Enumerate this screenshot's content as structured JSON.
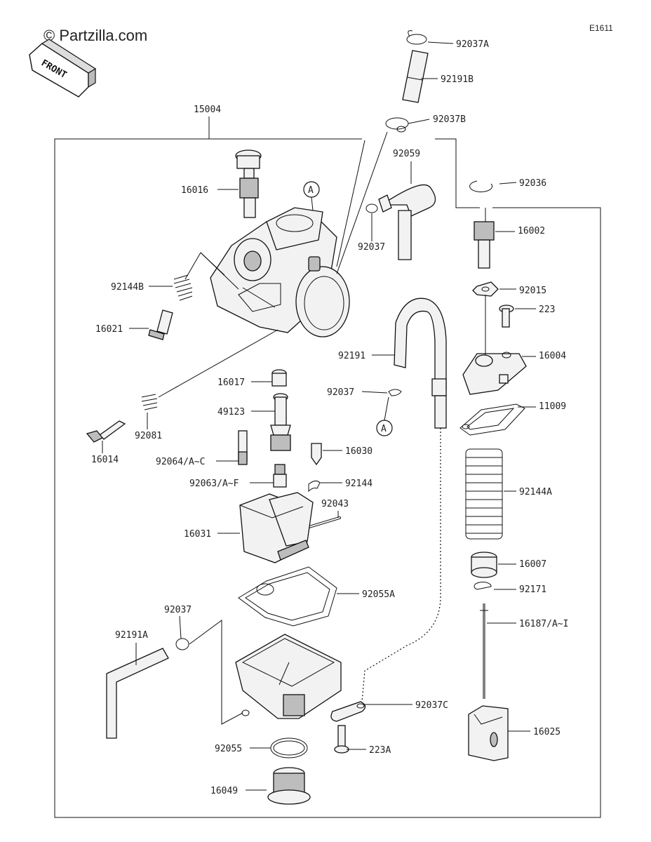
{
  "watermark": "© Partzilla.com",
  "diagram_code": "E1611",
  "front_label": "FRONT",
  "assembly_label": "15004",
  "callout_marker": "A",
  "parts": [
    {
      "id": "p-92037a",
      "label": "92037A"
    },
    {
      "id": "p-92191b",
      "label": "92191B"
    },
    {
      "id": "p-92037b",
      "label": "92037B"
    },
    {
      "id": "p-92059",
      "label": "92059"
    },
    {
      "id": "p-92036",
      "label": "92036"
    },
    {
      "id": "p-16016",
      "label": "16016"
    },
    {
      "id": "p-92037-top",
      "label": "92037"
    },
    {
      "id": "p-16002",
      "label": "16002"
    },
    {
      "id": "p-92144b",
      "label": "92144B"
    },
    {
      "id": "p-92015",
      "label": "92015"
    },
    {
      "id": "p-223",
      "label": "223"
    },
    {
      "id": "p-16021",
      "label": "16021"
    },
    {
      "id": "p-92191",
      "label": "92191"
    },
    {
      "id": "p-16004",
      "label": "16004"
    },
    {
      "id": "p-16017",
      "label": "16017"
    },
    {
      "id": "p-92037-mid",
      "label": "92037"
    },
    {
      "id": "p-11009",
      "label": "11009"
    },
    {
      "id": "p-49123",
      "label": "49123"
    },
    {
      "id": "p-92081",
      "label": "92081"
    },
    {
      "id": "p-16014",
      "label": "16014"
    },
    {
      "id": "p-92064",
      "label": "92064/A~C"
    },
    {
      "id": "p-16030",
      "label": "16030"
    },
    {
      "id": "p-92063",
      "label": "92063/A~F"
    },
    {
      "id": "p-92144",
      "label": "92144"
    },
    {
      "id": "p-92144a",
      "label": "92144A"
    },
    {
      "id": "p-92043",
      "label": "92043"
    },
    {
      "id": "p-16031",
      "label": "16031"
    },
    {
      "id": "p-16007",
      "label": "16007"
    },
    {
      "id": "p-92171",
      "label": "92171"
    },
    {
      "id": "p-92055a",
      "label": "92055A"
    },
    {
      "id": "p-92037-low",
      "label": "92037"
    },
    {
      "id": "p-16187",
      "label": "16187/A~I"
    },
    {
      "id": "p-92191a",
      "label": "92191A"
    },
    {
      "id": "p-92037c",
      "label": "92037C"
    },
    {
      "id": "p-16025",
      "label": "16025"
    },
    {
      "id": "p-92055",
      "label": "92055"
    },
    {
      "id": "p-223a",
      "label": "223A"
    },
    {
      "id": "p-16049",
      "label": "16049"
    }
  ]
}
